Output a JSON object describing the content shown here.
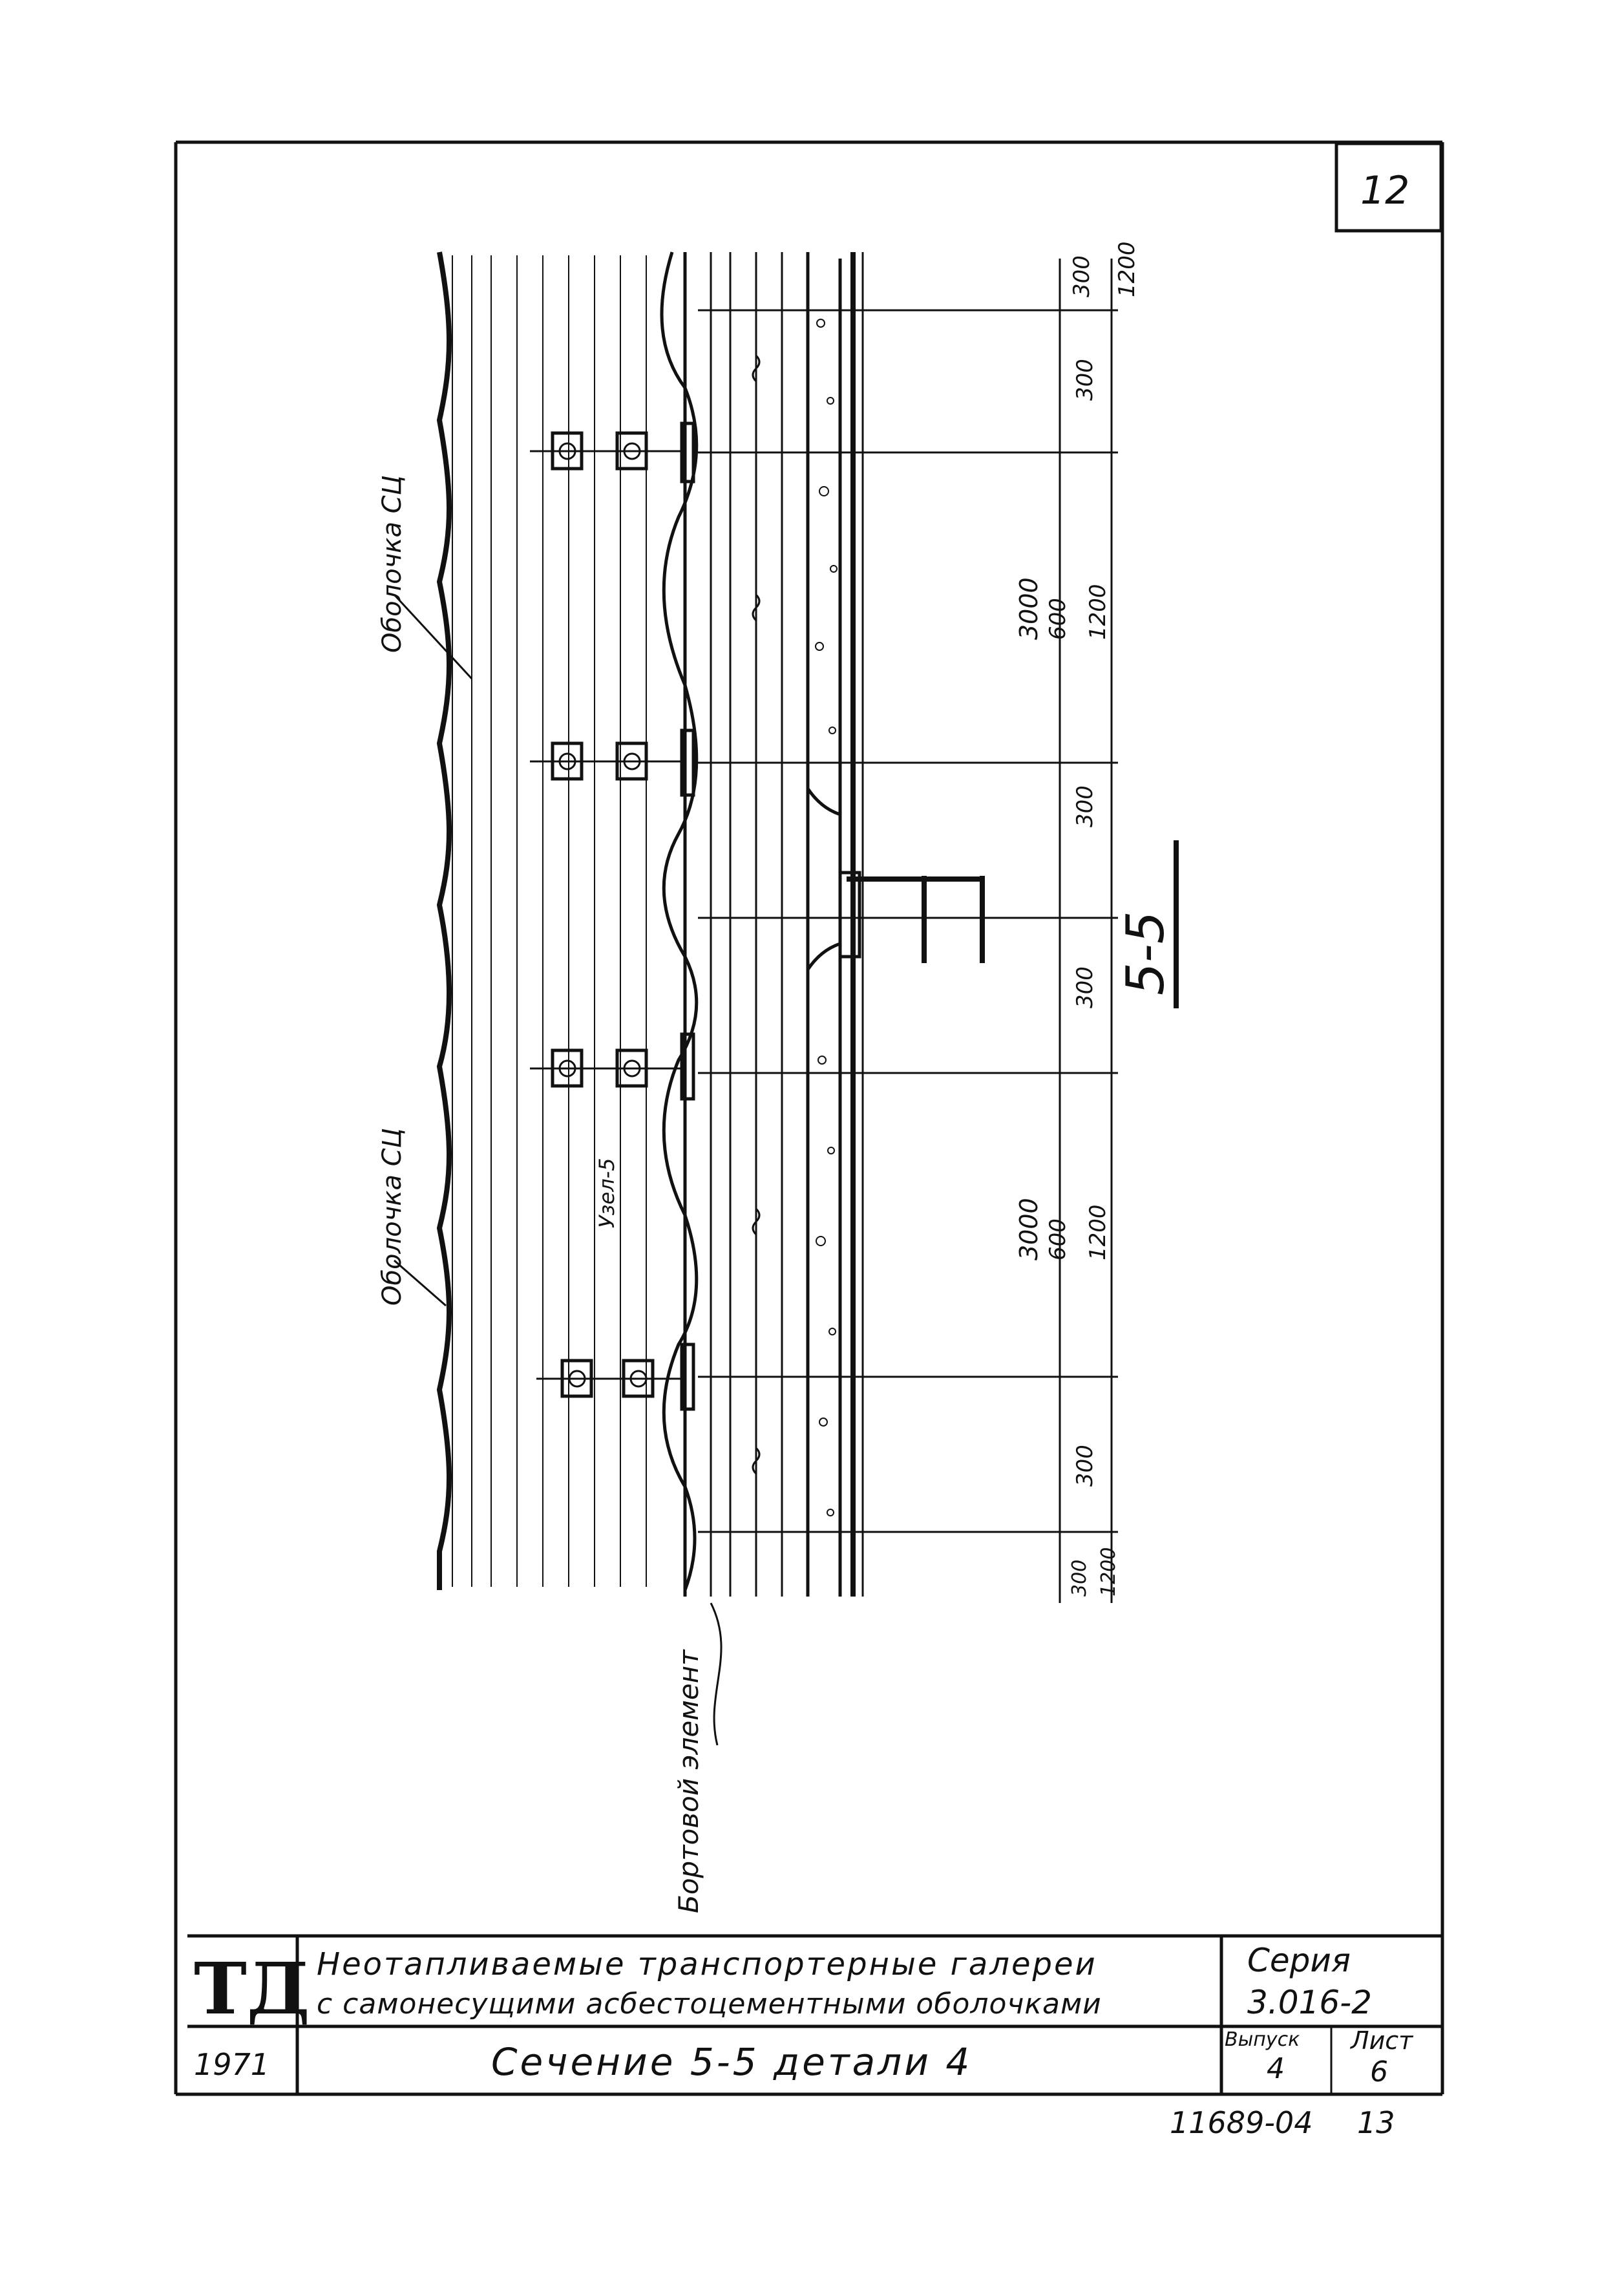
{
  "sheet_number": "12",
  "section_mark": "5-5",
  "labels": {
    "shell_label_top": "Оболочка СЦ",
    "shell_label_bottom": "Оболочка СЦ",
    "side_element": "Бортовой элемент",
    "detail_ref": "Узел-5"
  },
  "dimensions": {
    "top_small": [
      "300",
      "1200"
    ],
    "span_top": [
      "300",
      "3000",
      "600",
      "1200",
      "300"
    ],
    "mid": [
      "300"
    ],
    "span_bottom": [
      "3000",
      "600",
      "1200",
      "300"
    ],
    "bottom_small": [
      "300",
      "1200"
    ]
  },
  "title_block": {
    "logo": "ТД",
    "title_line1": "Неотапливаемые транспортерные галереи",
    "title_line2": "с самонесущими асбестоцементными оболочками",
    "series_label": "Серия",
    "series_value": "3.016-2",
    "year": "1971",
    "sheet_title": "Сечение 5-5 детали 4",
    "issue_label": "Выпуск",
    "issue_value": "4",
    "page_label": "Лист",
    "page_value": "6"
  },
  "footer_number": "11689-04",
  "footer_page": "13"
}
